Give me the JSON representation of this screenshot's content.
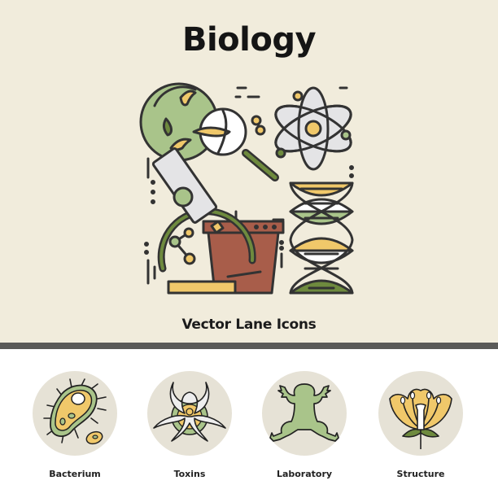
{
  "header": {
    "title": "Biology",
    "subtitle": "Vector Lane Icons"
  },
  "hero_illustration": {
    "elements": [
      "petri-dish",
      "magnifying-glass",
      "atom",
      "dna-helix",
      "microscope",
      "plant-pot",
      "molecule"
    ]
  },
  "icons": [
    {
      "label": "Bacterium",
      "icon": "bacterium-icon"
    },
    {
      "label": "Toxins",
      "icon": "biohazard-icon"
    },
    {
      "label": "Laboratory",
      "icon": "frog-icon"
    },
    {
      "label": "Structure",
      "icon": "flower-icon"
    }
  ],
  "colors": {
    "background": "#f1ecdc",
    "divider": "#5a5a58",
    "outline": "#333333",
    "green_light": "#a9c48a",
    "green_dark": "#6e8a3e",
    "yellow": "#f0c86a",
    "terracotta": "#a85d4a",
    "gray_light": "#e4e4e6",
    "circle_bg": "#e6e2d6"
  }
}
